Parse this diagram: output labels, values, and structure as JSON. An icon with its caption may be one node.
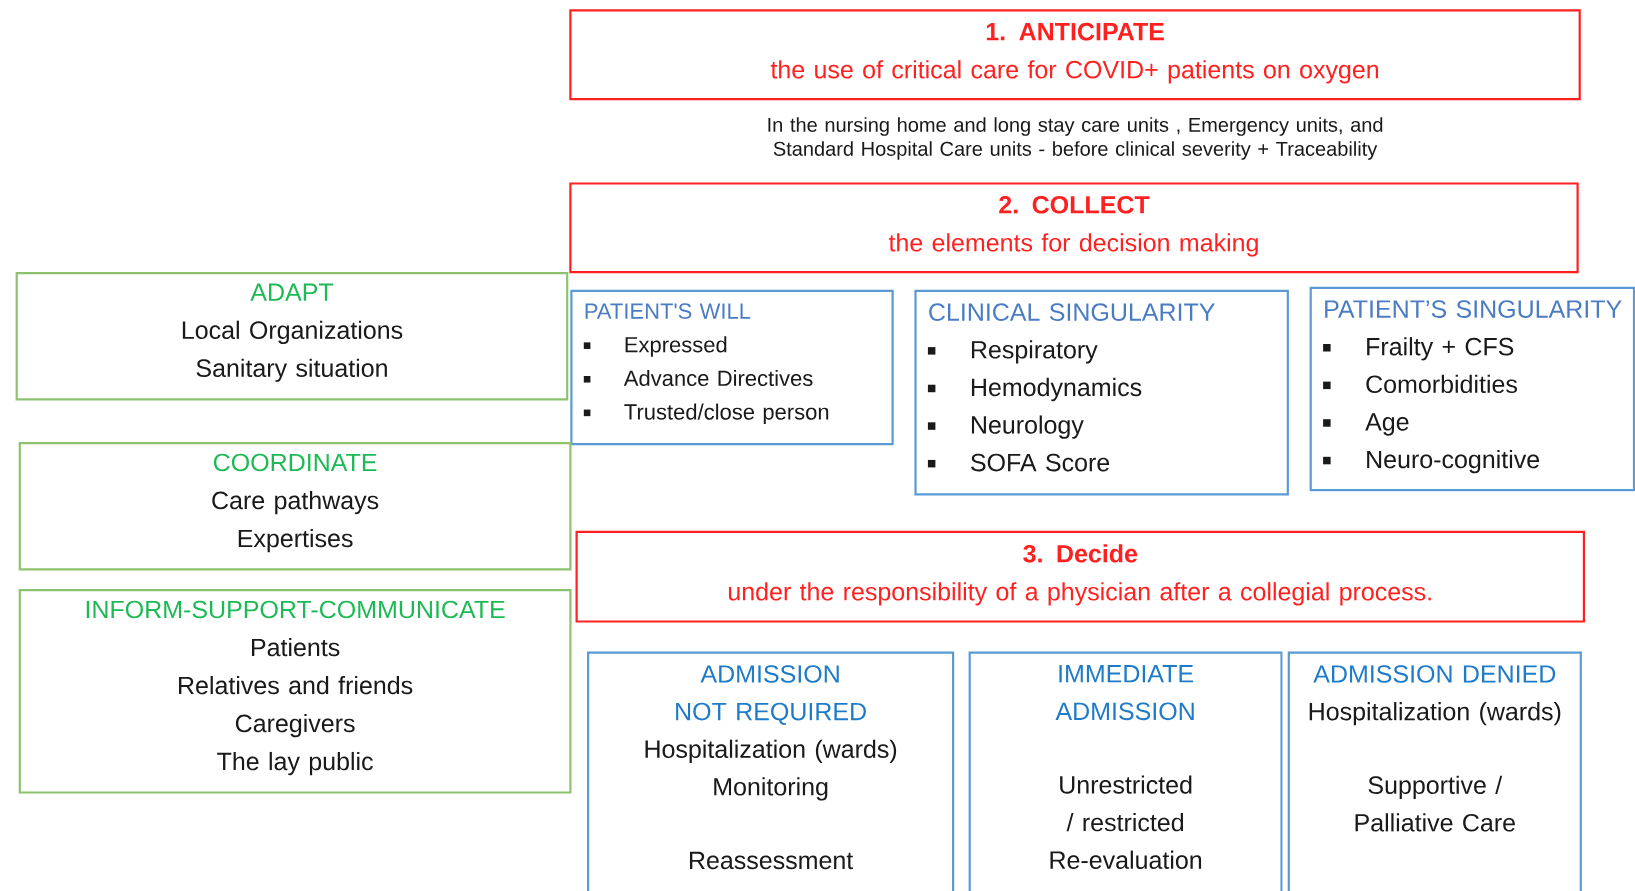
{
  "diagram": {
    "nodes": [
      {
        "text": [
          "1. ANTICIPATE",
          "the use of critical care for COVID+ patients on oxygen"
        ]
      },
      {
        "text": [
          "2. COLLECT",
          "the elements for decision making"
        ]
      },
      {
        "text": [
          "ADAPT",
          "Local Organizations",
          "Sanitary situation"
        ]
      },
      {
        "text": [
          "PATIENT'S WILL",
          "Expressed",
          "Advance Directives",
          "Trusted/close person"
        ]
      },
      {
        "text": [
          "CLINICAL SINGULARITY",
          "Respiratory",
          "Hemodynamics",
          "Neurology",
          "SOFA Score"
        ]
      },
      {
        "text": [
          "PATIENT’S SINGULARITY",
          "Frailty + CFS",
          "Comorbidities",
          "Age",
          "Neuro-cognitive"
        ]
      },
      {
        "text": [
          "COORDINATE",
          "Care pathways",
          "Expertises"
        ]
      },
      {
        "text": [
          "INFORM-SUPPORT-COMMUNICATE",
          "Patients",
          "Relatives and friends",
          "Caregivers",
          "The lay public"
        ]
      },
      {
        "text": [
          "3. Decide",
          "under the responsibility of a physician after a collegial process."
        ]
      },
      {
        "text": [
          "ADMISSION NOT REQUIRED",
          "Hospitalization (wards)",
          "Monitoring",
          "Reassessment"
        ]
      },
      {
        "text": [
          "IMMEDIATE ADMISSION",
          "Unrestricted / restricted",
          "Re-evaluation"
        ]
      },
      {
        "text": [
          "ADMISSION DENIED",
          "Hospitalization (wards)",
          "Supportive / Palliative Care"
        ]
      }
    ],
    "labels": [
      "In the nursing home and long stay care units , Emergency units, and Standard Hospital Care units - before clinical severity + Traceability"
    ]
  }
}
